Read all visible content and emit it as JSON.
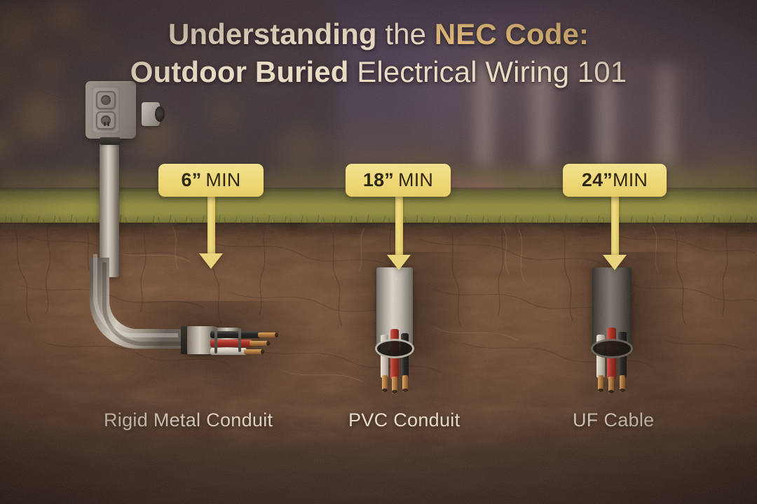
{
  "title": {
    "line1": [
      {
        "text": "Understanding",
        "style": "bold-cream"
      },
      {
        "text": " the ",
        "style": "regular-cream"
      },
      {
        "text": "NEC Code:",
        "style": "bold-gold"
      }
    ],
    "line2": [
      {
        "text": "Outdoor Buried",
        "style": "bold-cream"
      },
      {
        "text": " Electrical Wiring 101",
        "style": "regular-cream"
      }
    ],
    "line1_plain": "Understanding the NEC Code:",
    "line2_plain": "Outdoor Buried Electrical Wiring 101",
    "l1_a": "Understanding",
    "l1_b": " the ",
    "l1_c": "NEC Code:",
    "l2_a": "Outdoor Buried",
    "l2_b": " Electrical Wiring 101"
  },
  "colors": {
    "title_cream": "#F6E8CC",
    "title_gold": "#EFC479",
    "badge_yellow": "#F2DA72",
    "badge_text": "#241C07",
    "arrow_yellow": "#F0DA7A",
    "caption_cream": "#F3E7D6",
    "soil_brown": "#6A452E",
    "grass_green": "#8D8A3C",
    "sky_purple": "#473A4B",
    "wire_red": "#A8261C",
    "wire_black": "#1B1A19",
    "wire_white": "#CFC7BA",
    "copper": "#B8793A",
    "metal_conduit": "#D7CFC2",
    "pvc_conduit": "#DED8CD",
    "uf_cable": "#7D766D"
  },
  "scene": {
    "ground_line_label": "grass-soil-boundary",
    "background_description": "blurred residential house with columns and garden bokeh"
  },
  "depth_markers": [
    {
      "id": "rigid-metal-conduit",
      "depth_value": "6”",
      "unit_label": "MIN",
      "spaced": true,
      "badge_text": "6” MIN",
      "caption": "Rigid Metal Conduit"
    },
    {
      "id": "pvc-conduit",
      "depth_value": "18”",
      "unit_label": "MIN",
      "spaced": true,
      "badge_text": "18” MIN",
      "caption": "PVC Conduit"
    },
    {
      "id": "uf-cable",
      "depth_value": "24”",
      "unit_label": "MIN",
      "spaced": false,
      "badge_text": "24”MIN",
      "caption": "UF Cable"
    }
  ],
  "outlet": {
    "name": "weatherproof outdoor outlet box",
    "receptacle_count": 2
  },
  "conduits": [
    {
      "id": "rigid-metal-conduit",
      "wire_colors": [
        "black",
        "red",
        "white"
      ],
      "conductor": "copper"
    },
    {
      "id": "pvc-conduit",
      "wire_colors": [
        "white",
        "red",
        "black"
      ],
      "conductor": "copper"
    },
    {
      "id": "uf-cable",
      "wire_colors": [
        "white",
        "red",
        "black"
      ],
      "conductor": "copper"
    }
  ]
}
